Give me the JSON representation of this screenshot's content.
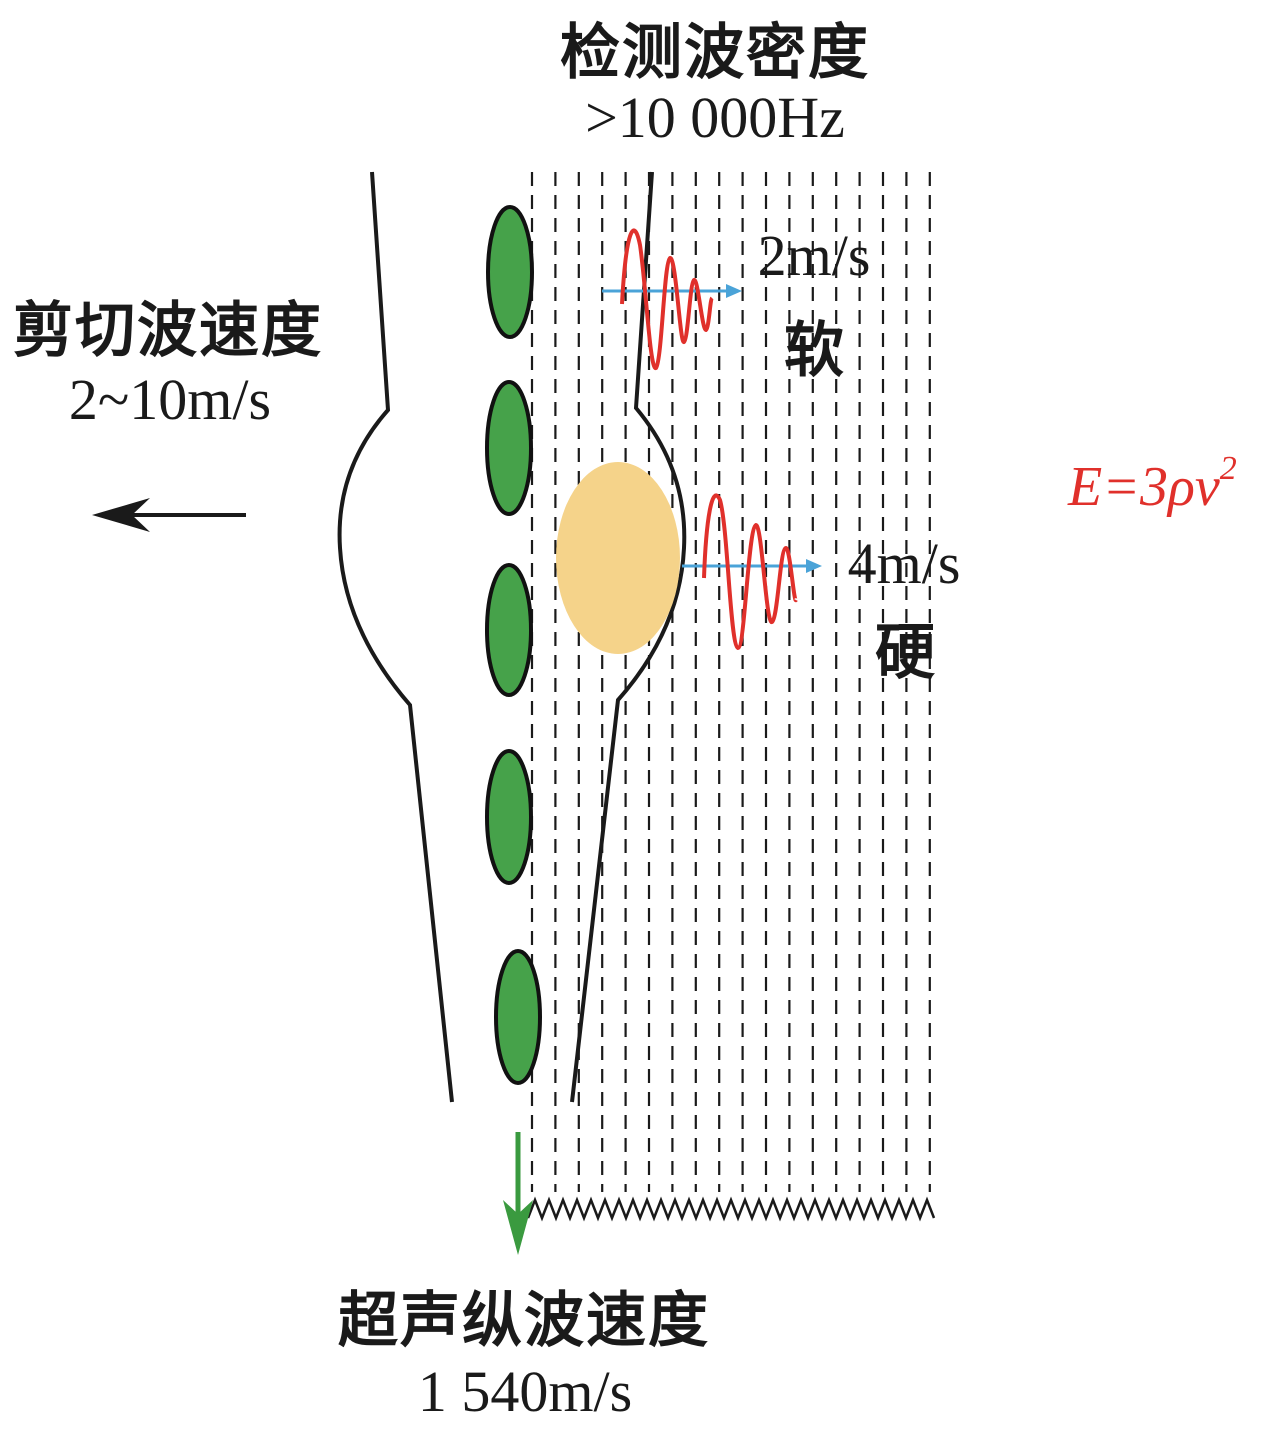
{
  "top_label": {
    "title": "检测波密度",
    "value": ">10 000Hz"
  },
  "shear_label": {
    "title": "剪切波速度",
    "value": "2~10m/s"
  },
  "soft_label": {
    "speed": "2m/s",
    "type": "软"
  },
  "hard_label": {
    "speed": "4m/s",
    "type": "硬"
  },
  "bottom_label": {
    "title": "超声纵波速度",
    "value": "1 540m/s"
  },
  "formula": {
    "text": "E=3ρv",
    "exponent": "2"
  },
  "colors": {
    "wave": "#e0302b",
    "arrow_blue": "#4aa3d8",
    "arrow_green": "#3a9a3f",
    "cells": "#46a24a",
    "lesion": "#f5d38a",
    "line": "#1a1a1a"
  }
}
